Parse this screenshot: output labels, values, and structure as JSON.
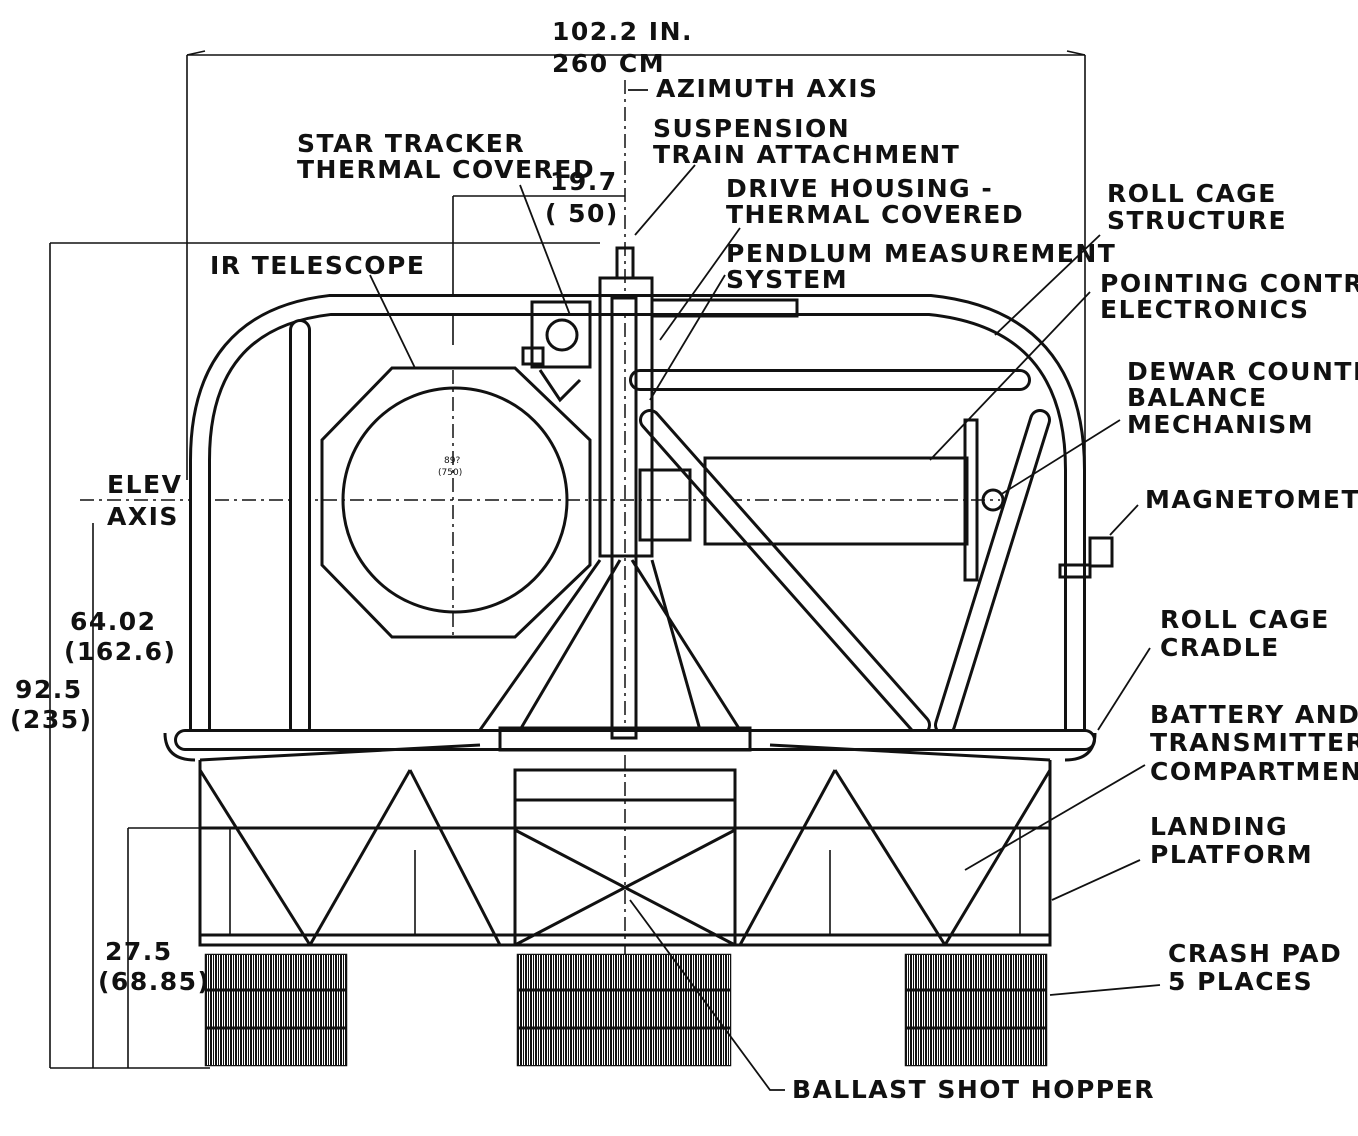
{
  "dimensions": {
    "overall_width_in": "102.2 IN.",
    "overall_width_cm": "260 CM",
    "offset_in": "19.7",
    "offset_cm": "( 50)",
    "total_height_in": "92.5",
    "total_height_cm": "(235)",
    "elev_height_in": "64.02",
    "elev_height_cm": "(162.6)",
    "platform_height_in": "27.5",
    "platform_height_cm": "(68.85)",
    "telescope_small_1": "89?",
    "telescope_small_2": "(750)"
  },
  "labels": {
    "azimuth_axis": "AZIMUTH AXIS",
    "suspension_1": "SUSPENSION",
    "suspension_2": "TRAIN ATTACHMENT",
    "star_tracker_1": "STAR TRACKER",
    "star_tracker_2": "THERMAL COVERED",
    "drive_housing_1": "DRIVE HOUSING -",
    "drive_housing_2": "THERMAL COVERED",
    "pendulum_1": "PENDLUM MEASUREMENT",
    "pendulum_2": "SYSTEM",
    "roll_cage_structure_1": "ROLL CAGE",
    "roll_cage_structure_2": "STRUCTURE",
    "ir_telescope": "IR TELESCOPE",
    "pointing_control_1": "POINTING CONTROL",
    "pointing_control_2": "ELECTRONICS",
    "dewar_1": "DEWAR COUNTER",
    "dewar_2": "BALANCE",
    "dewar_3": "MECHANISM",
    "elev_axis_1": "ELEV",
    "elev_axis_2": "AXIS",
    "magnetometer": "MAGNETOMETER",
    "roll_cage_cradle_1": "ROLL CAGE",
    "roll_cage_cradle_2": "CRADLE",
    "battery_1": "BATTERY AND",
    "battery_2": "TRANSMITTER",
    "battery_3": "COMPARTMENTS",
    "landing_1": "LANDING",
    "landing_2": "PLATFORM",
    "crash_pad_1": "CRASH PAD",
    "crash_pad_2": "5 PLACES",
    "ballast": "BALLAST SHOT HOPPER"
  }
}
